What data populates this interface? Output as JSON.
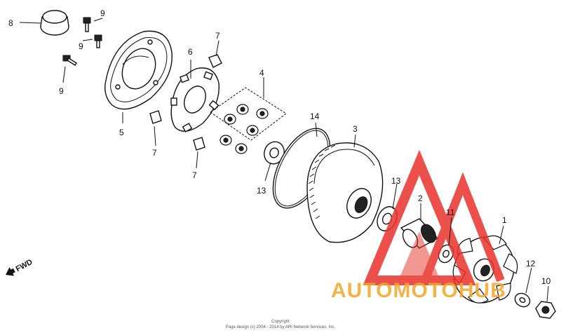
{
  "callouts": {
    "p1": "1",
    "p2": "2",
    "p3": "3",
    "p4": "4",
    "p5": "5",
    "p6": "6",
    "p7a": "7",
    "p7b": "7",
    "p7c": "7",
    "p8": "8",
    "p9a": "9",
    "p9b": "9",
    "p9c": "9",
    "p10": "10",
    "p11": "11",
    "p12": "12",
    "p13a": "13",
    "p13b": "13",
    "p14": "14"
  },
  "direction_label": "FWD",
  "watermark": {
    "text": "AUTOMOTOHUB",
    "color_red": "#e8322c",
    "color_orange": "#f2a62a"
  },
  "copyright": {
    "line1": "Copyright",
    "line2": "Page design (c) 2004 - 2014 by ARI Network Services, Inc."
  },
  "icons": [
    "arrow-left-icon",
    "logo-triangle-mark"
  ]
}
